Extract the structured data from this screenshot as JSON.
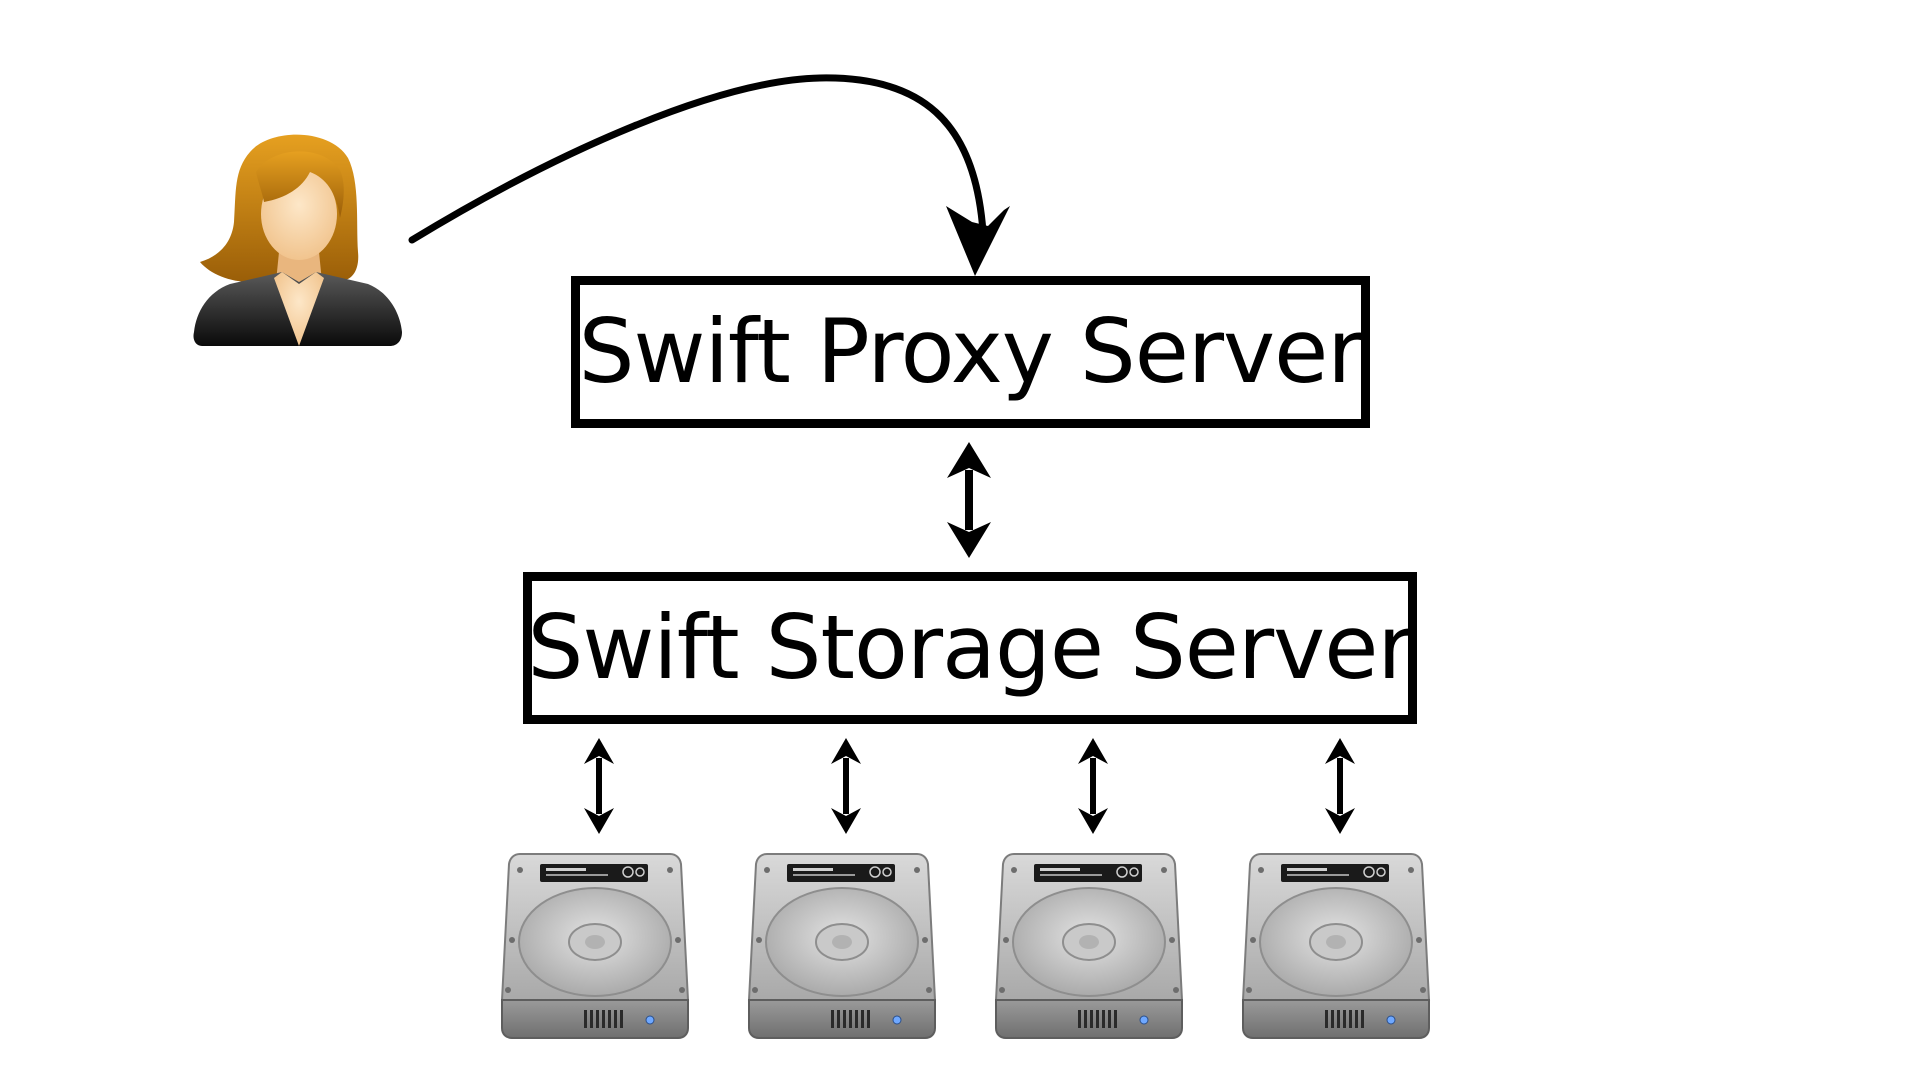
{
  "diagram": {
    "nodes": {
      "user": {
        "icon": "user-woman-icon"
      },
      "proxy": {
        "label": "Swift Proxy Server"
      },
      "storage": {
        "label": "Swift Storage Server"
      },
      "disks": [
        {
          "icon": "hard-disk-icon"
        },
        {
          "icon": "hard-disk-icon"
        },
        {
          "icon": "hard-disk-icon"
        },
        {
          "icon": "hard-disk-icon"
        }
      ]
    },
    "edges": [
      {
        "from": "user",
        "to": "proxy",
        "direction": "one-way"
      },
      {
        "from": "proxy",
        "to": "storage",
        "direction": "two-way"
      },
      {
        "from": "storage",
        "to": "disk-1",
        "direction": "two-way"
      },
      {
        "from": "storage",
        "to": "disk-2",
        "direction": "two-way"
      },
      {
        "from": "storage",
        "to": "disk-3",
        "direction": "two-way"
      },
      {
        "from": "storage",
        "to": "disk-4",
        "direction": "two-way"
      }
    ],
    "colors": {
      "background": "#ffffff",
      "stroke": "#000000",
      "hair": "#c8860a",
      "skin": "#f7d5a8",
      "disk_body": "#b8b8b8"
    }
  }
}
